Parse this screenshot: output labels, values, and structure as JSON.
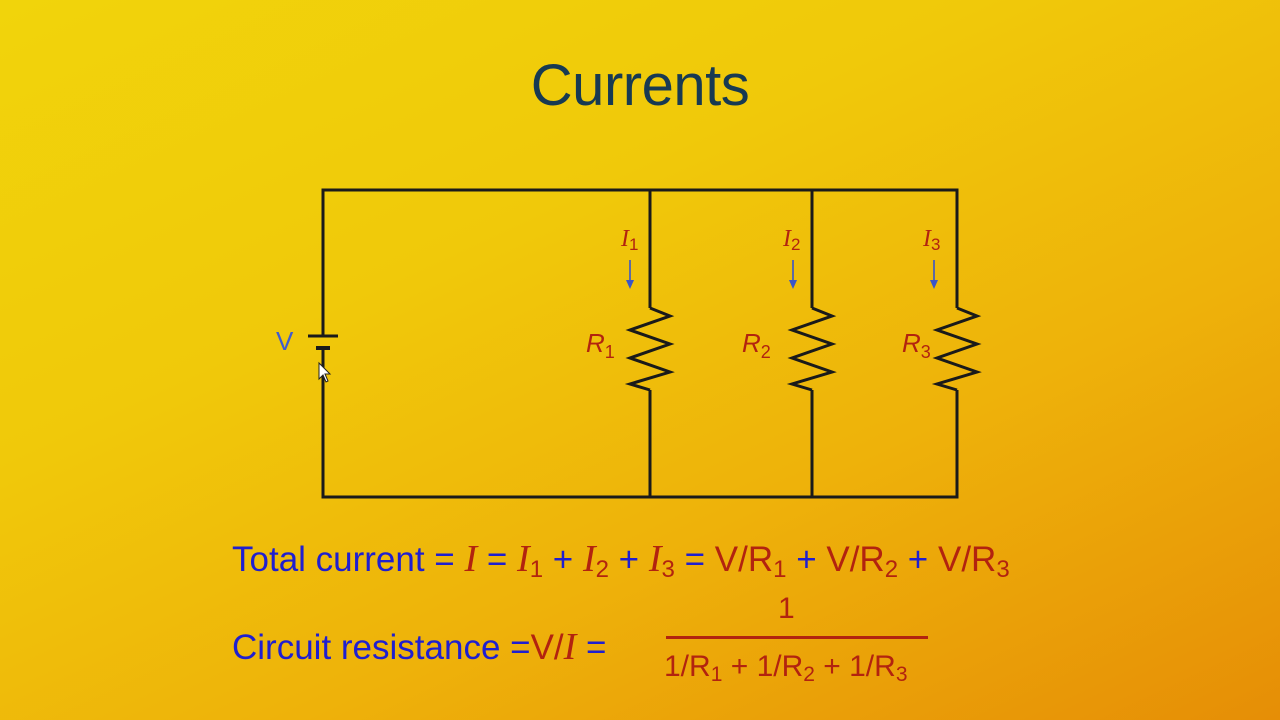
{
  "slide": {
    "title": "Currents"
  },
  "circuit": {
    "voltage_label": "V",
    "branches": [
      {
        "current": "I",
        "current_sub": "1",
        "resistor": "R",
        "resistor_sub": "1"
      },
      {
        "current": "I",
        "current_sub": "2",
        "resistor": "R",
        "resistor_sub": "2"
      },
      {
        "current": "I",
        "current_sub": "3",
        "resistor": "R",
        "resistor_sub": "3"
      }
    ]
  },
  "equations": {
    "total_label": "Total current =",
    "resistance_label": "Circuit resistance =",
    "numerator": "1"
  },
  "colors": {
    "wire": "#1a1a1a",
    "current_label": "#b2230f",
    "arrow": "#3a55c8",
    "voltage": "#3f5ccf",
    "equation_text": "#1f1fd0",
    "title": "#173a52"
  }
}
